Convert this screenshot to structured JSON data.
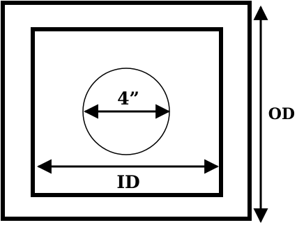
{
  "labels": {
    "circle_diameter": "4”",
    "inner_dimension": "ID",
    "outer_dimension": "OD"
  },
  "colors": {
    "stroke": "#000000",
    "background": "#ffffff"
  }
}
